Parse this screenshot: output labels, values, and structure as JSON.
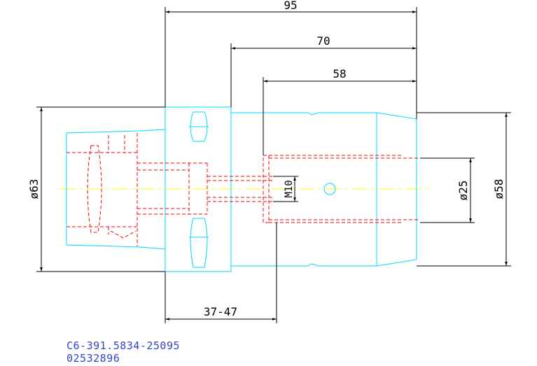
{
  "drawing": {
    "dimensions": {
      "overall_length": "95",
      "length_70": "70",
      "length_58": "58",
      "range": "37-47",
      "diameter_left": "ø63",
      "diameter_bore": "ø25",
      "diameter_right": "ø58",
      "thread": "M10"
    },
    "part_number": "C6-391.5834-25095",
    "item_code": "02532896"
  },
  "colors": {
    "outline": "#00d8ff",
    "hidden": "#ff0000",
    "centerline": "#ffff00",
    "dimension": "#000000",
    "label": "#3344cc"
  }
}
